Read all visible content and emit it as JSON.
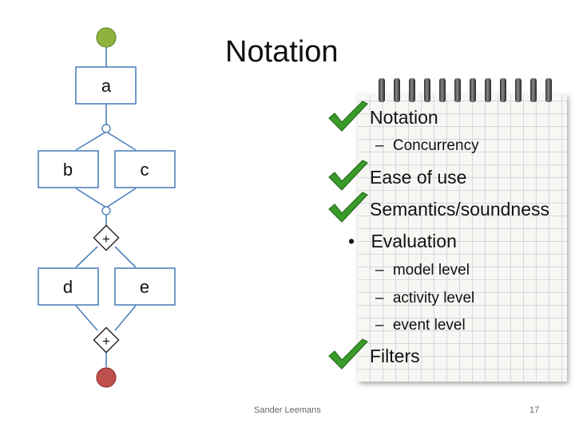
{
  "slide": {
    "title": "Notation",
    "footer": "Sander Leemans",
    "page_number": "17"
  },
  "diagram": {
    "activities": {
      "a": "a",
      "b": "b",
      "c": "c",
      "d": "d",
      "e": "e"
    },
    "gateway_symbol": "+",
    "start_color": "#8db33c",
    "end_color": "#c0504d",
    "stroke_color": "#4f81bd"
  },
  "list": {
    "items": [
      {
        "text": "Notation",
        "marker": "check-icon"
      },
      {
        "text": "Concurrency",
        "marker": "–"
      },
      {
        "text": "Ease of use",
        "marker": "check-icon"
      },
      {
        "text": "Semantics/soundness",
        "marker": "check-icon"
      },
      {
        "text": "Evaluation",
        "marker": "•"
      },
      {
        "text": "model level",
        "marker": "–"
      },
      {
        "text": "activity level",
        "marker": "–"
      },
      {
        "text": "event level",
        "marker": "–"
      },
      {
        "text": "Filters",
        "marker": "check-icon"
      }
    ]
  }
}
